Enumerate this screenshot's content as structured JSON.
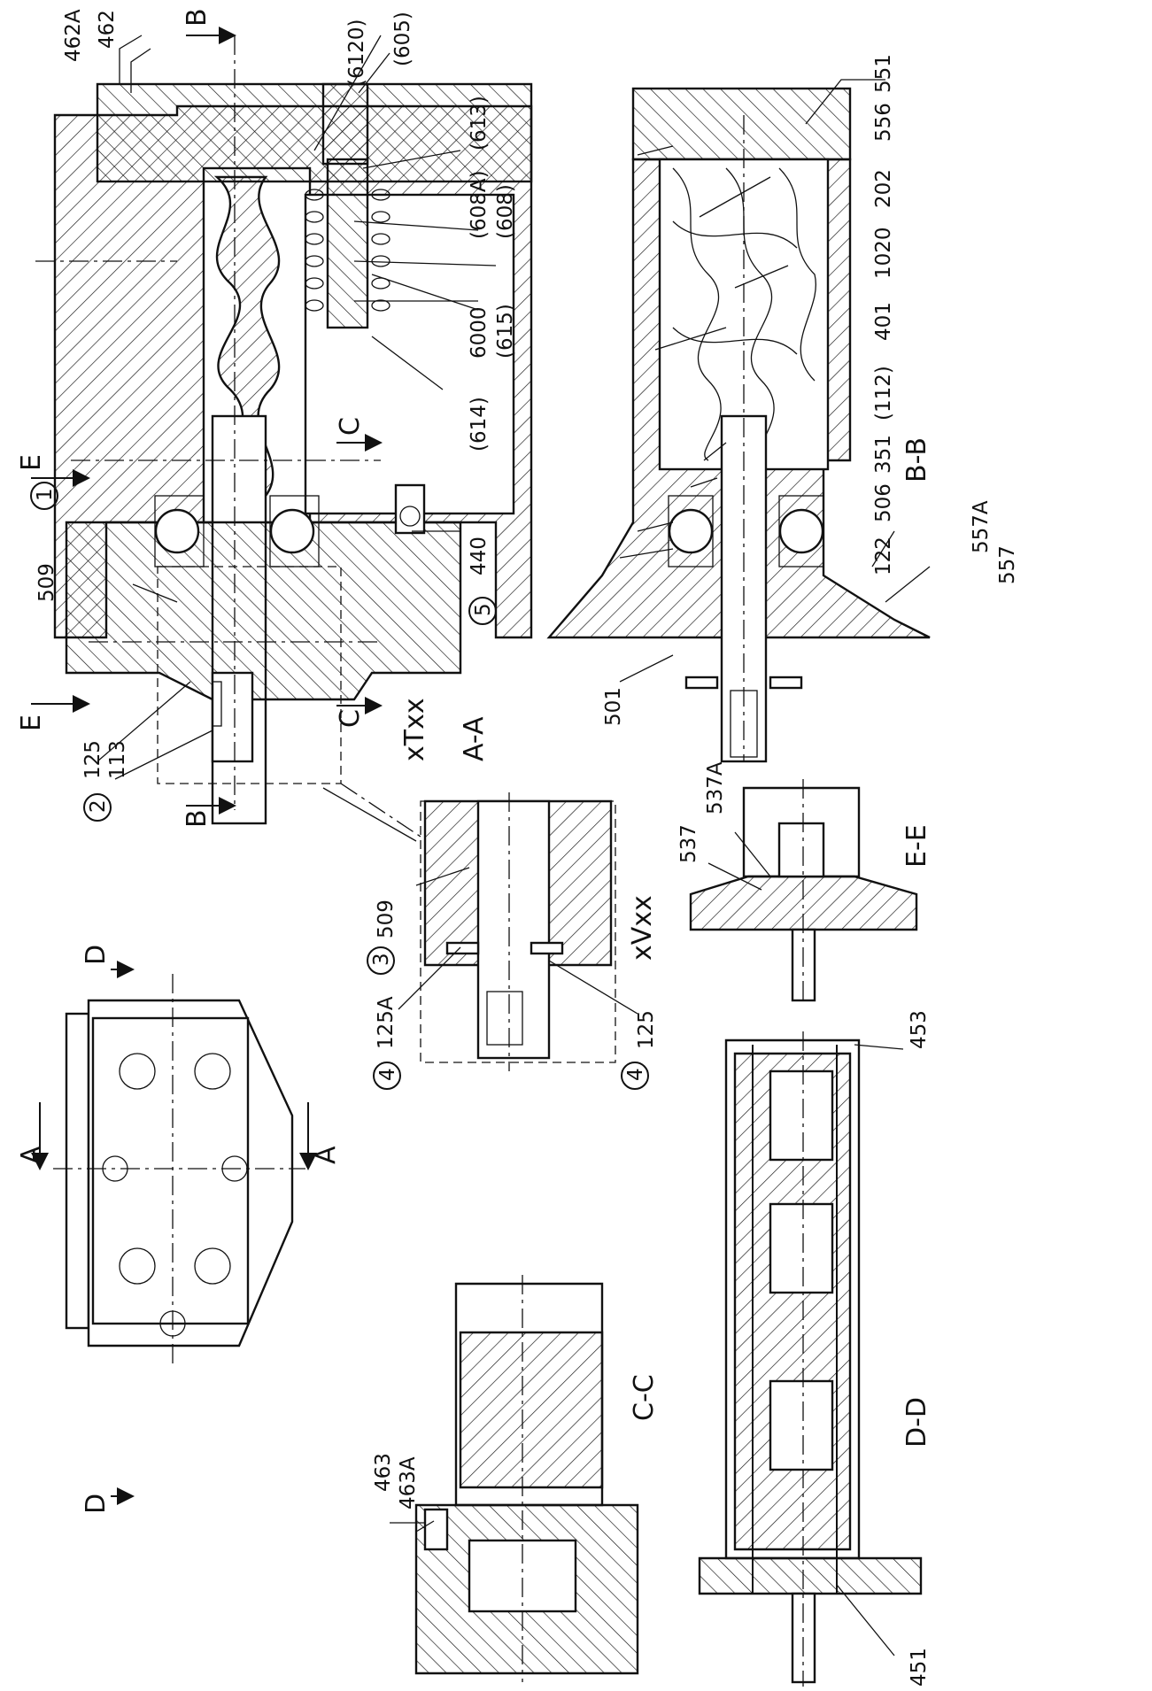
{
  "views": {
    "aa_title": "A-A",
    "aa_sub": "xTxx",
    "bb_title": "B-B",
    "cc_title": "C-C",
    "dd_title": "D-D",
    "ee_title": "E-E",
    "detail_sub": "xVxx"
  },
  "section_marks": {
    "a": "A",
    "b": "B",
    "c": "C",
    "d": "D",
    "e": "E"
  },
  "callouts_aa": [
    "462A",
    "462",
    "(6120)",
    "(605)",
    "(613)",
    "(608A)",
    "(608)",
    "6000",
    "(615)",
    "(614)",
    "440",
    "509",
    "125",
    "113"
  ],
  "callouts_bb": [
    "551",
    "556",
    "202",
    "1020",
    "401",
    "(112)",
    "351",
    "506",
    "122",
    "557A",
    "557",
    "501"
  ],
  "callouts_ee": [
    "537",
    "537A"
  ],
  "callouts_detail": [
    "509",
    "125A",
    "125"
  ],
  "callouts_cc": [
    "463",
    "463A"
  ],
  "callouts_dd": [
    "453",
    "451"
  ],
  "circled": {
    "c1": "1",
    "c2": "2",
    "c3": "3",
    "c4a": "4",
    "c4b": "4",
    "c5": "5"
  }
}
